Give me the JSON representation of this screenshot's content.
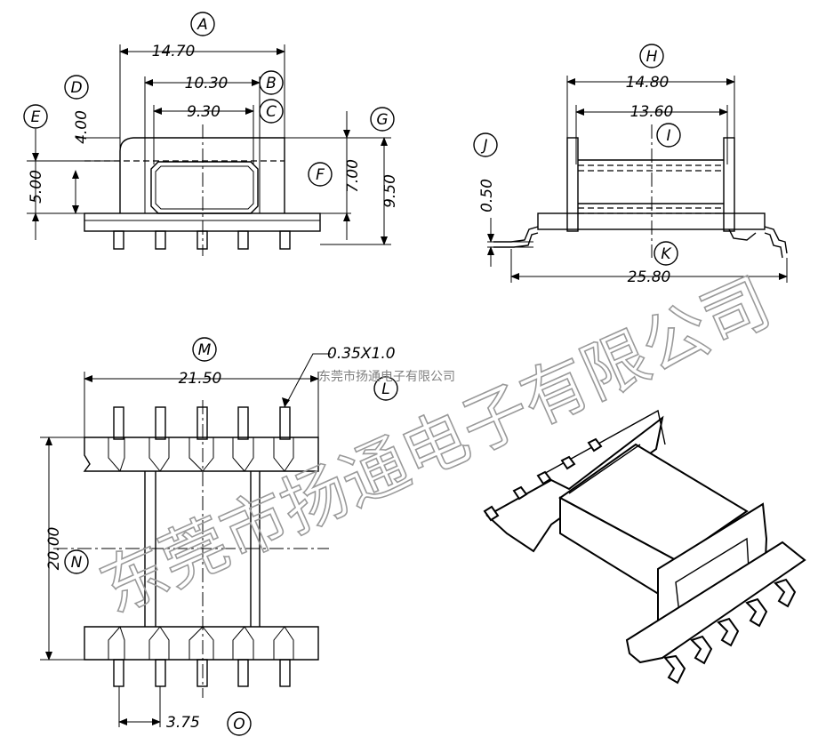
{
  "dimensions": {
    "a": "14.70",
    "b": "10.30",
    "c": "9.30",
    "d": "4.00",
    "e": "5.00",
    "f": "7.00",
    "g": "9.50",
    "h": "14.80",
    "i": "13.60",
    "j": "0.50",
    "k": "25.80",
    "m": "21.50",
    "pin": "0.35X1.0",
    "n": "20.00",
    "o": "3.75"
  },
  "labels": {
    "a": "A",
    "b": "B",
    "c": "C",
    "d": "D",
    "e": "E",
    "f": "F",
    "g": "G",
    "h": "H",
    "i": "I",
    "j": "J",
    "k": "K",
    "l": "L",
    "m": "M",
    "n": "N",
    "o": "O"
  },
  "watermark": {
    "large": "东莞市扬通电子有限公司",
    "small": "东莞市扬通电子有限公司"
  }
}
